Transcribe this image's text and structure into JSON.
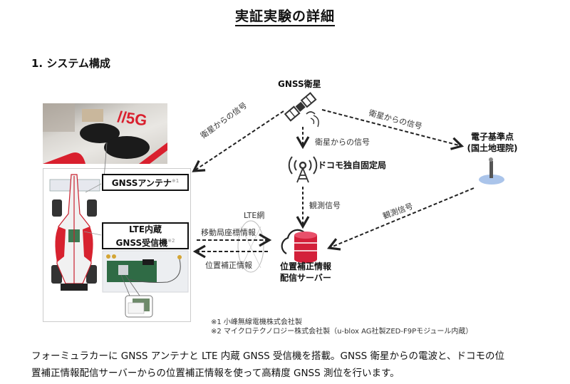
{
  "header": {
    "title": "実証実験の詳細",
    "section": "1. システム構成"
  },
  "diagram": {
    "satellite_label": "GNSS衛星",
    "station_label": "ドコモ独自固定局",
    "reference_point_label_line1": "電子基準点",
    "reference_point_label_line2": "(国土地理院)",
    "server_label_line1": "位置補正情報",
    "server_label_line2": "配信サーバー",
    "antenna_box": {
      "label": "GNSSアンテナ",
      "note": "※1"
    },
    "receiver_box": {
      "line1": "LTE内蔵",
      "line2": "GNSS受信機",
      "note": "※2"
    },
    "edges": {
      "sat_to_car": "衛星からの信号",
      "sat_to_station": "衛星からの信号",
      "sat_to_reference": "衛星からの信号",
      "station_to_server": "観測信号",
      "reference_to_server": "観測信号",
      "lte_network": "LTE網",
      "car_to_server": "移動局座標情報",
      "server_to_car": "位置補正情報"
    },
    "colors": {
      "server_red": "#d3203a",
      "reference_blue": "#aac4ea"
    }
  },
  "notes": [
    "※1  小峰無線電機株式会社製",
    "※2  マイクロテクノロジー株式会社製（u-blox AG社製ZED-F9Pモジュール内蔵）"
  ],
  "description": {
    "line1": "フォーミュラカーに GNSS アンテナと LTE 内蔵 GNSS 受信機を搭載。GNSS 衛星からの電波と、ドコモの位",
    "line2": "置補正情報配信サーバーからの位置補正情報を使って高精度 GNSS 測位を行います。"
  }
}
